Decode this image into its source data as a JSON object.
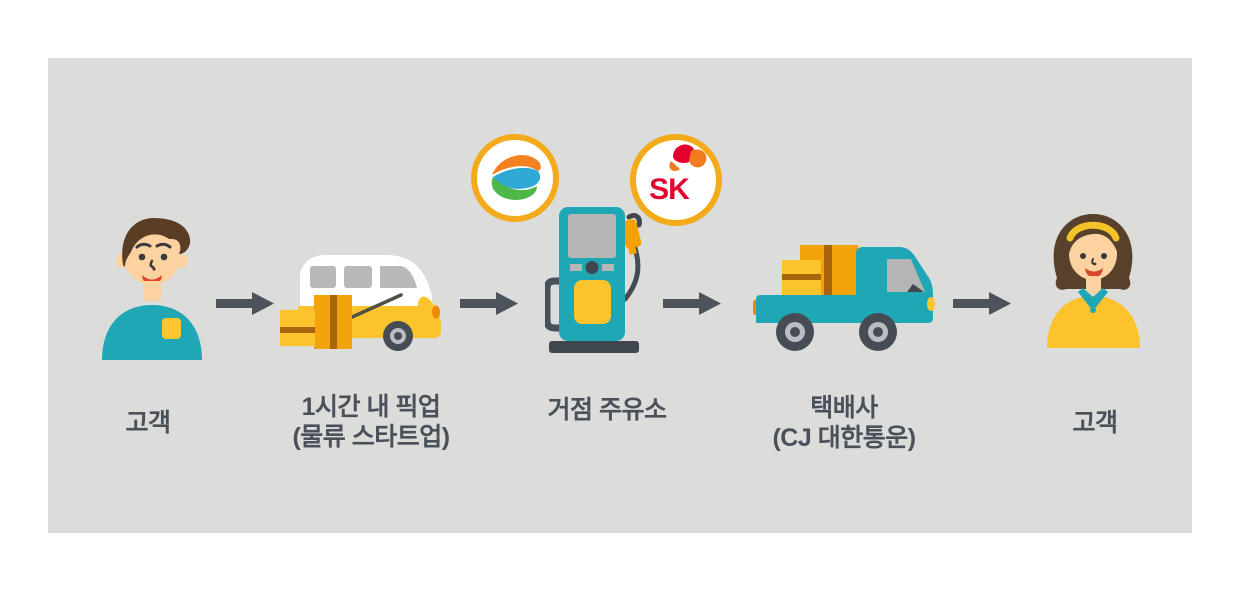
{
  "panel": {
    "page_background": "#ffffff",
    "background": "#dcdcdb"
  },
  "palette": {
    "arrow": "#4c535b",
    "label_text": "#4a515a",
    "teal": "#1fa7b6",
    "yellow": "#fcc32d",
    "box_orange": "#f3a30a",
    "box_tape": "#a9650e",
    "logo_ring_gold": "#f3ab1c",
    "sk_red": "#e4032e",
    "sk_wing_orange": "#f47b20",
    "gs_swirl_orange": "#f58220",
    "gs_swirl_blue": "#30a9d6",
    "gs_swirl_green": "#4db848"
  },
  "stages": [
    {
      "label": "고객"
    },
    {
      "label": "1시간 내 픽업",
      "sublabel": "(물류 스타트업)"
    },
    {
      "label": "거점 주유소"
    },
    {
      "label": "택배사",
      "sublabel": "(CJ 대한통운)"
    },
    {
      "label": "고객"
    }
  ],
  "badges": {
    "sk_text": "SK"
  }
}
